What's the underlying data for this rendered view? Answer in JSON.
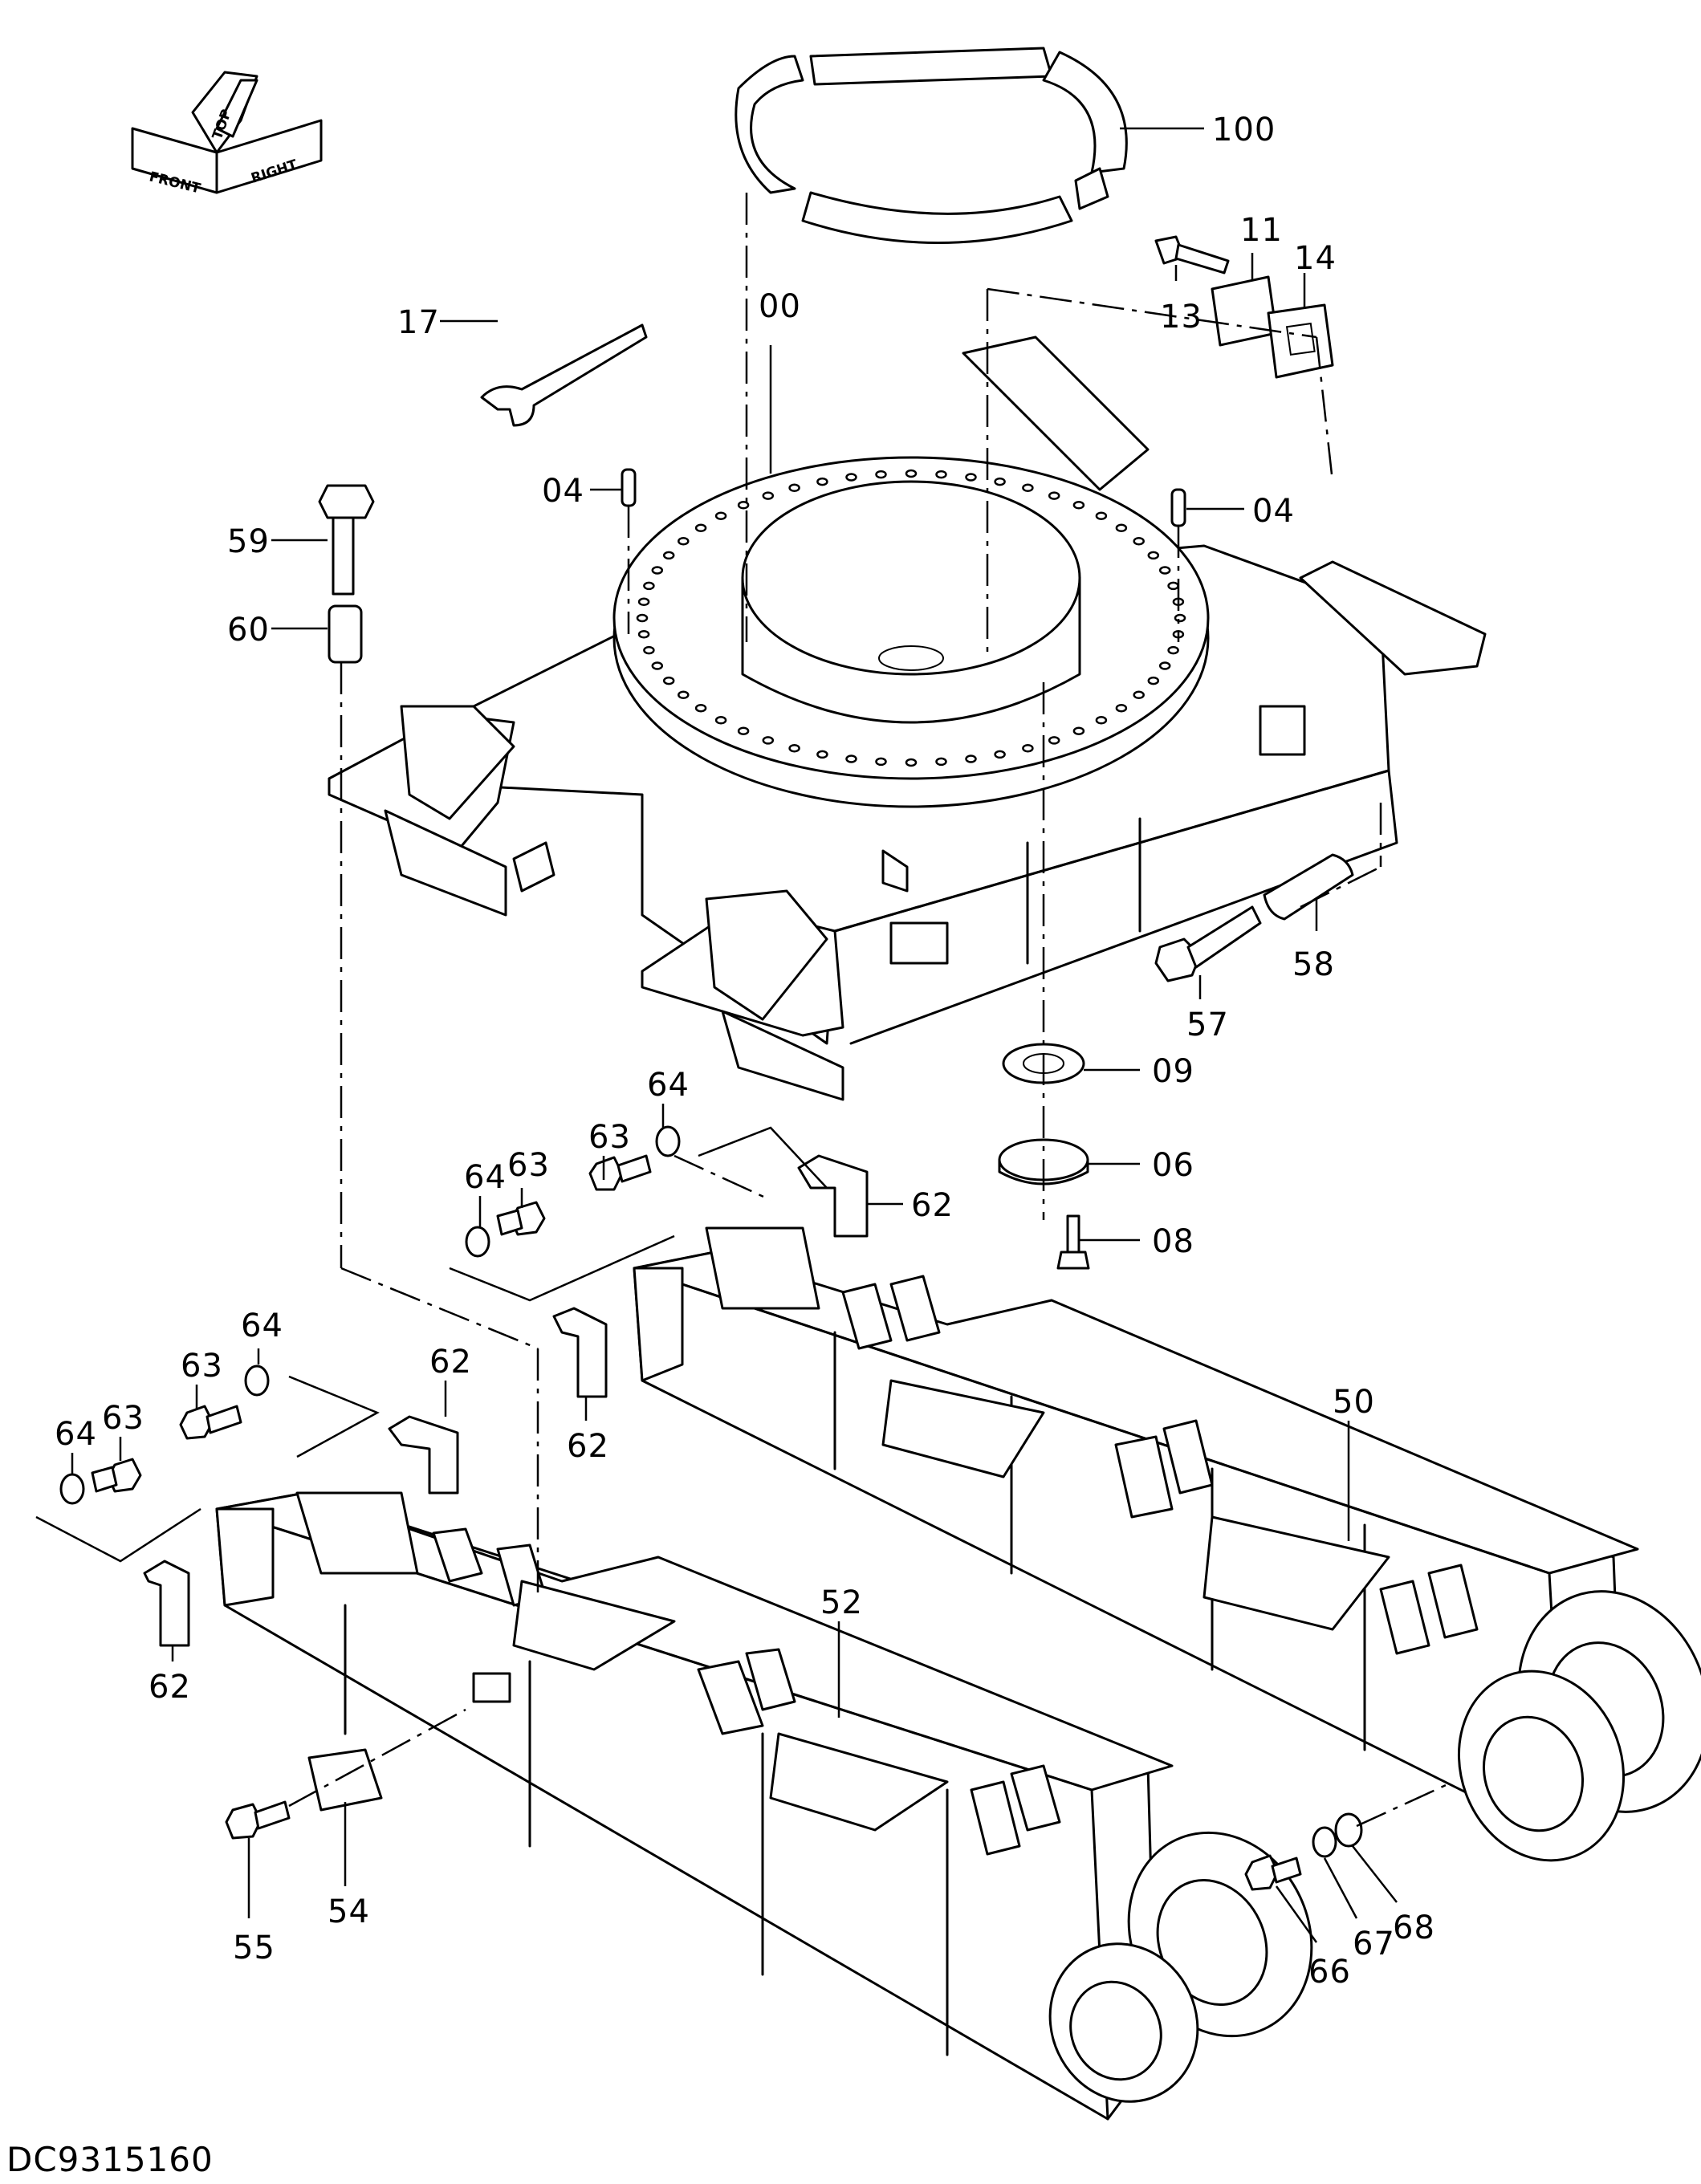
{
  "drawing_code": "DC9315160",
  "orientation_labels": {
    "front": "FRONT",
    "top": "TOP",
    "right": "RIGHT"
  },
  "callouts": [
    {
      "id": "c100",
      "label": "100"
    },
    {
      "id": "c00",
      "label": "00"
    },
    {
      "id": "c11",
      "label": "11"
    },
    {
      "id": "c13",
      "label": "13"
    },
    {
      "id": "c14",
      "label": "14"
    },
    {
      "id": "c17",
      "label": "17"
    },
    {
      "id": "c04a",
      "label": "04"
    },
    {
      "id": "c04b",
      "label": "04"
    },
    {
      "id": "c59",
      "label": "59"
    },
    {
      "id": "c60",
      "label": "60"
    },
    {
      "id": "c57",
      "label": "57"
    },
    {
      "id": "c58",
      "label": "58"
    },
    {
      "id": "c09",
      "label": "09"
    },
    {
      "id": "c06",
      "label": "06"
    },
    {
      "id": "c08",
      "label": "08"
    },
    {
      "id": "c64a",
      "label": "64"
    },
    {
      "id": "c63a",
      "label": "63"
    },
    {
      "id": "c64b",
      "label": "64"
    },
    {
      "id": "c63b",
      "label": "63"
    },
    {
      "id": "c62a",
      "label": "62"
    },
    {
      "id": "c62b",
      "label": "62"
    },
    {
      "id": "c64c",
      "label": "64"
    },
    {
      "id": "c63c",
      "label": "63"
    },
    {
      "id": "c64d",
      "label": "64"
    },
    {
      "id": "c63d",
      "label": "63"
    },
    {
      "id": "c62c",
      "label": "62"
    },
    {
      "id": "c62d",
      "label": "62"
    },
    {
      "id": "c50",
      "label": "50"
    },
    {
      "id": "c52",
      "label": "52"
    },
    {
      "id": "c54",
      "label": "54"
    },
    {
      "id": "c55",
      "label": "55"
    },
    {
      "id": "c66",
      "label": "66"
    },
    {
      "id": "c67",
      "label": "67"
    },
    {
      "id": "c68",
      "label": "68"
    }
  ]
}
